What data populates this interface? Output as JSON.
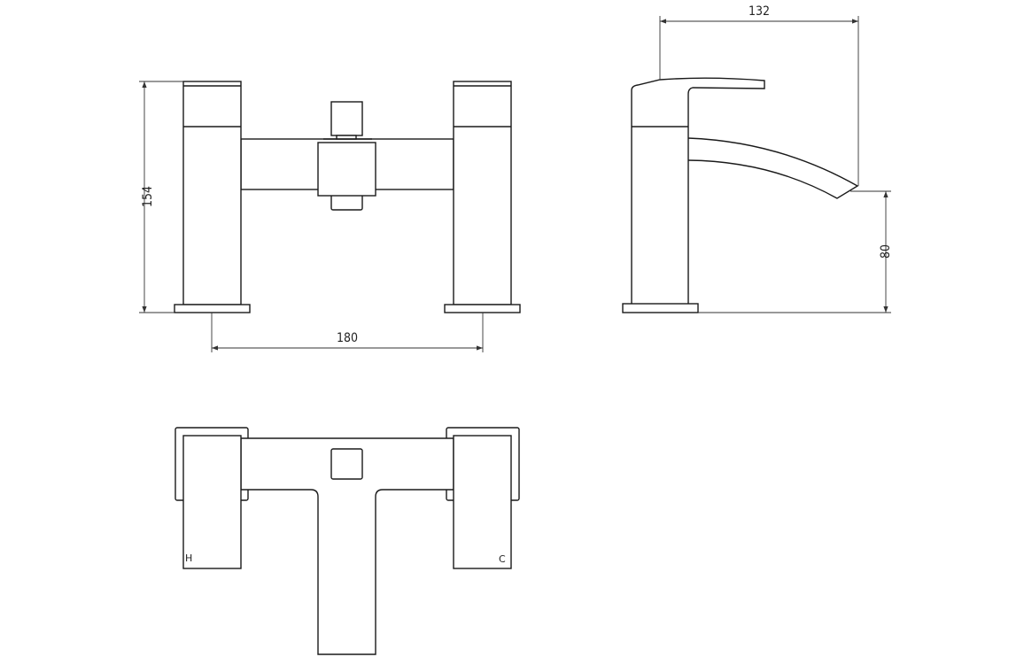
{
  "title": "Bath shower mixer technical drawing",
  "dimensions": {
    "height": "154",
    "centres": "180",
    "spout_reach": "132",
    "spout_height": "80"
  },
  "labels": {
    "hot": "H",
    "cold": "C"
  },
  "line_color": "#1a1a1a"
}
